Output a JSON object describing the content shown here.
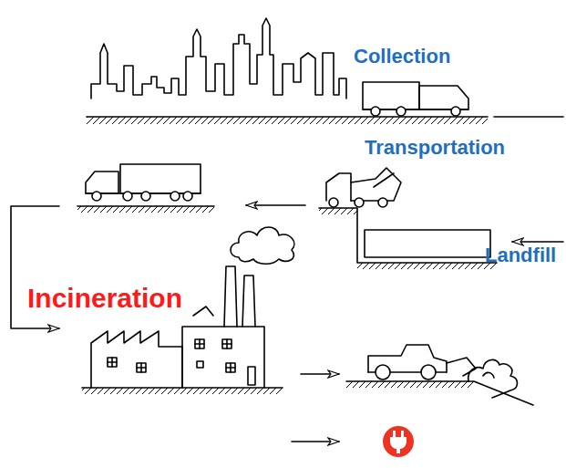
{
  "diagram": {
    "labels": [
      "Collection",
      "Transportation",
      "Incineration",
      "Landfill"
    ]
  }
}
